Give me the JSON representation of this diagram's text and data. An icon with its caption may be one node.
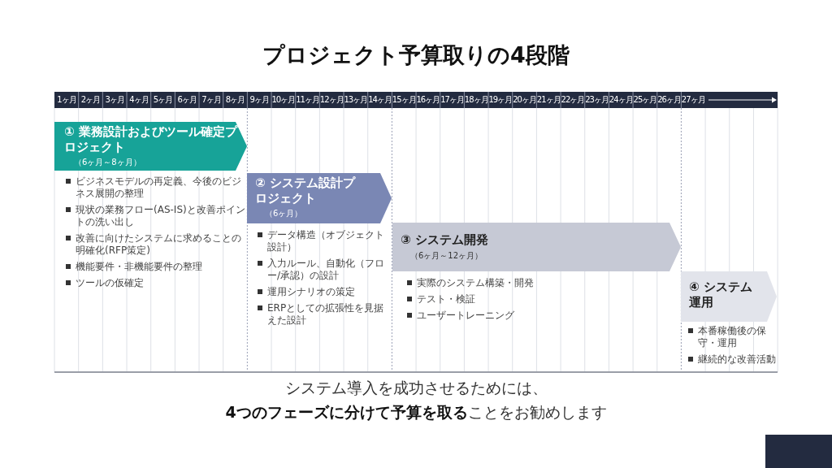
{
  "diagram": {
    "title": "プロジェクト予算取りの4段階",
    "caption": "システム導入を成功させるためには、 **4つのフェーズに分けて予算を取る**ことをお勧めします",
    "nodes": [
      {
        "text": [
          "① 業務設計およびツール確定プロジェクト",
          "（6ヶ月～8ヶ月）"
        ],
        "beside": [
          "ビジネスモデルの再定義、今後のビジネス展開の整理",
          "現状の業務フロー(AS-IS)と改善ポイントの洗い出し",
          "改善に向けたシステムに求めることの明確化(RFP策定)",
          "機能要件・非機能要件の整理",
          "ツールの仮確定"
        ]
      },
      {
        "text": [
          "② システム設計プロジェクト",
          "（6ヶ月）"
        ],
        "beside": [
          "データ構造（オブジェクト設計）",
          "入力ルール、自動化（フロー/承認）の設計",
          "運用シナリオの策定",
          "ERPとしての拡張性を見据えた設計"
        ]
      },
      {
        "text": [
          "③ システム開発",
          "（6ヶ月～12ヶ月）"
        ],
        "beside": [
          "実際のシステム構築・開発",
          "テスト・検証",
          "ユーザートレーニング"
        ]
      },
      {
        "text": [
          "④ システム運用"
        ],
        "beside": [
          "本番稼働後の保守・運用",
          "継続的な改善活動"
        ]
      }
    ],
    "labels": [
      "1ヶ月",
      "2ヶ月",
      "3ヶ月",
      "4ヶ月",
      "5ヶ月",
      "6ヶ月",
      "7ヶ月",
      "8ヶ月",
      "9ヶ月",
      "10ヶ月",
      "11ヶ月",
      "12ヶ月",
      "13ヶ月",
      "14ヶ月",
      "15ヶ月",
      "16ヶ月",
      "17ヶ月",
      "18ヶ月",
      "19ヶ月",
      "20ヶ月",
      "21ヶ月",
      "22ヶ月",
      "23ヶ月",
      "24ヶ月",
      "25ヶ月",
      "26ヶ月",
      "27ヶ月"
    ]
  }
}
